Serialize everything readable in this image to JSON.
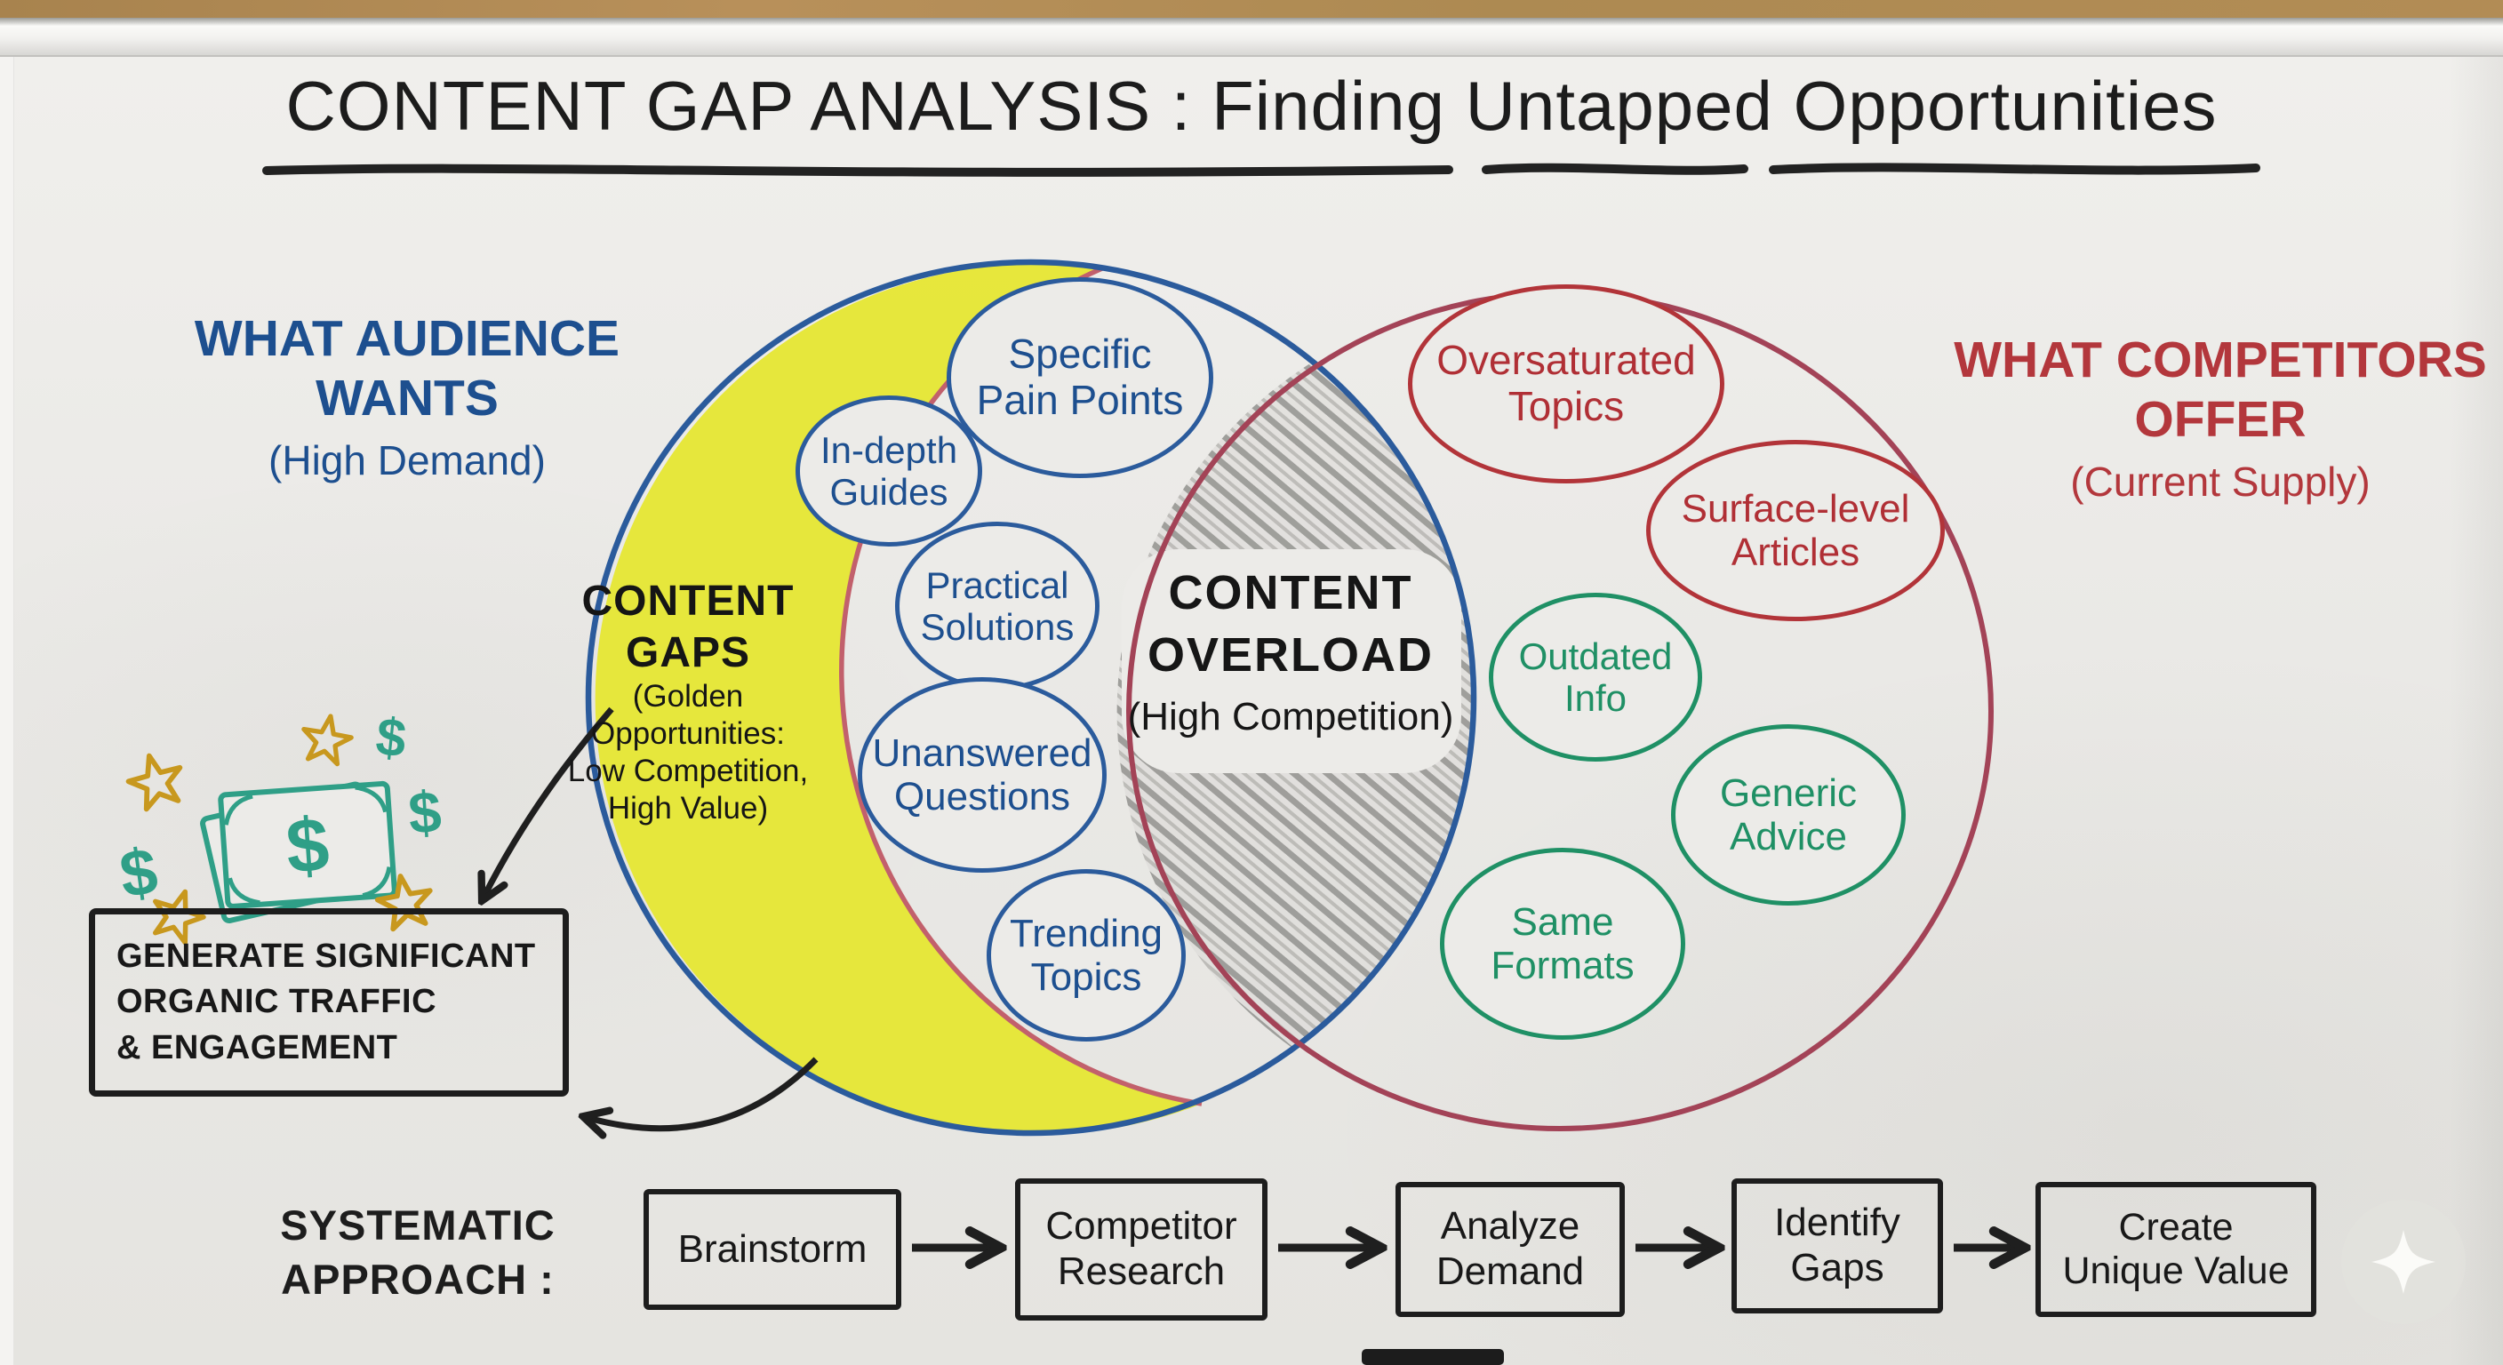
{
  "colors": {
    "board": "#ecebe8",
    "ink": "#1c1c1c",
    "blue_circle": "#2b5b9c",
    "red_bubble": "#b23439",
    "red_circle": "#a34357",
    "green_bubble": "#1f9065",
    "yellow_crescent": "#e6e733",
    "gold_star": "#c8981e",
    "teal_money": "#2f9f87",
    "pencil_gray": "#8f8f8b",
    "pink_arc": "#c2606c",
    "cork": "#ad8a52"
  },
  "title": {
    "text": "CONTENT GAP ANALYSIS : Finding Untapped Opportunities"
  },
  "audience_label": {
    "line1": "WHAT AUDIENCE",
    "line2": "WANTS",
    "line3": "(High Demand)"
  },
  "competitors_label": {
    "line1": "WHAT COMPETITORS",
    "line2": "OFFER",
    "line3": "(Current Supply)"
  },
  "content_gaps": {
    "line1": "CONTENT",
    "line2": "GAPS",
    "line3": "(Golden",
    "line4": "Opportunities:",
    "line5": "Low Competition,",
    "line6": "High Value)"
  },
  "content_overload": {
    "line1": "CONTENT",
    "line2": "OVERLOAD",
    "line3": "(High Competition)"
  },
  "audience_bubbles": [
    {
      "line1": "Specific",
      "line2": "Pain Points"
    },
    {
      "line1": "In-depth",
      "line2": "Guides"
    },
    {
      "line1": "Practical",
      "line2": "Solutions"
    },
    {
      "line1": "Unanswered",
      "line2": "Questions"
    },
    {
      "line1": "Trending",
      "line2": "Topics"
    }
  ],
  "competitor_bubbles": [
    {
      "line1": "Oversaturated",
      "line2": "Topics"
    },
    {
      "line1": "Surface-level",
      "line2": "Articles"
    },
    {
      "line1": "Outdated",
      "line2": "Info"
    },
    {
      "line1": "Generic",
      "line2": "Advice"
    },
    {
      "line1": "Same",
      "line2": "Formats"
    }
  ],
  "outcome_box": {
    "line1": "GENERATE SIGNIFICANT",
    "line2": "ORGANIC TRAFFIC",
    "line3": "& ENGAGEMENT"
  },
  "systematic_approach": {
    "label_line1": "SYSTEMATIC",
    "label_line2": "APPROACH :",
    "steps": [
      {
        "line1": "Brainstorm",
        "line2": ""
      },
      {
        "line1": "Competitor",
        "line2": "Research"
      },
      {
        "line1": "Analyze",
        "line2": "Demand"
      },
      {
        "line1": "Identify",
        "line2": "Gaps"
      },
      {
        "line1": "Create",
        "line2": "Unique Value"
      }
    ]
  },
  "money_doodle": {
    "dollar": "$"
  }
}
